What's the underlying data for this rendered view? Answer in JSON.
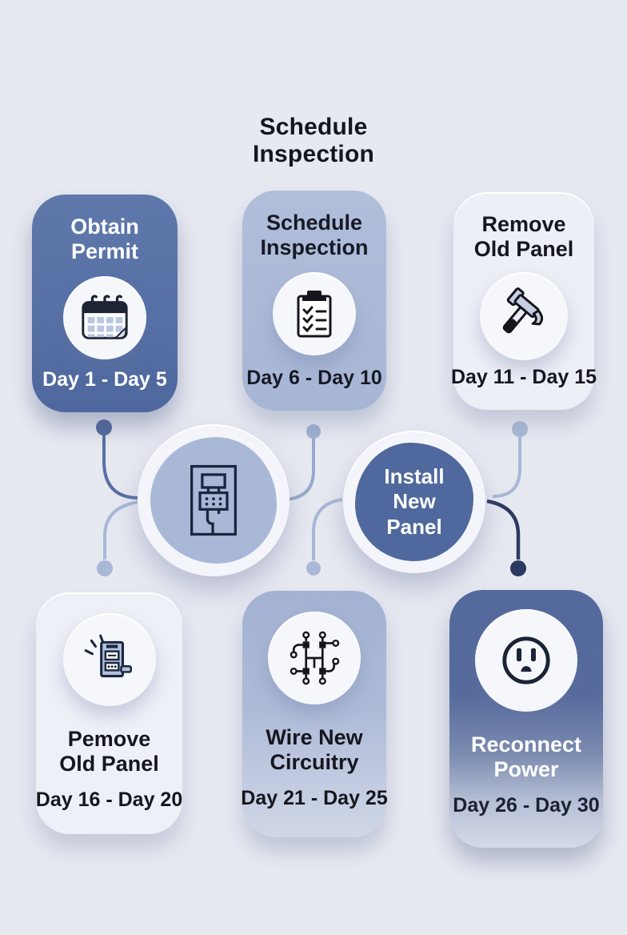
{
  "header": {
    "title": "Schedule\nInspection"
  },
  "hub": {
    "panel_icon": "electrical-panel-icon",
    "install_label": "Install\nNew\nPanel"
  },
  "cards": [
    {
      "id": "obtain-permit",
      "row": "top",
      "title": "Obtain\nPermit",
      "days": "Day 1 - Day 5",
      "icon": "calendar-icon"
    },
    {
      "id": "schedule-inspection",
      "row": "top",
      "title": "Schedule\nInspection",
      "days": "Day 6 - Day 10",
      "icon": "clipboard-checklist-icon"
    },
    {
      "id": "remove-old-panel",
      "row": "top",
      "title": "Remove\nOld Panel",
      "days": "Day 11 - Day 15",
      "icon": "hammer-icon"
    },
    {
      "id": "pemove-old-panel",
      "row": "bottom",
      "title": "Pemove\nOld Panel",
      "days": "Day 16 - Day 20",
      "icon": "breaker-panel-sparks-icon"
    },
    {
      "id": "wire-new-circuitry",
      "row": "bottom",
      "title": "Wire New\nCircuitry",
      "days": "Day 21 - Day 25",
      "icon": "circuit-traces-icon"
    },
    {
      "id": "reconnect-power",
      "row": "bottom",
      "title": "Reconnect\nPower",
      "days": "Day 26 - Day 30",
      "icon": "power-outlet-icon"
    }
  ],
  "colors": {
    "background": "#e7e9f1",
    "card_dark_blue": "#5671a6",
    "card_light_blue": "#a8b6d5",
    "card_white": "#edeff6",
    "hub_light_blob": "#a9b8d7",
    "hub_dark_blob": "#4f689d",
    "text_dark": "#15161e",
    "text_light": "#ffffff",
    "connector_light": "#a9b8d6",
    "connector_slate": "#5a70a3",
    "connector_navy": "#2c3a60"
  }
}
